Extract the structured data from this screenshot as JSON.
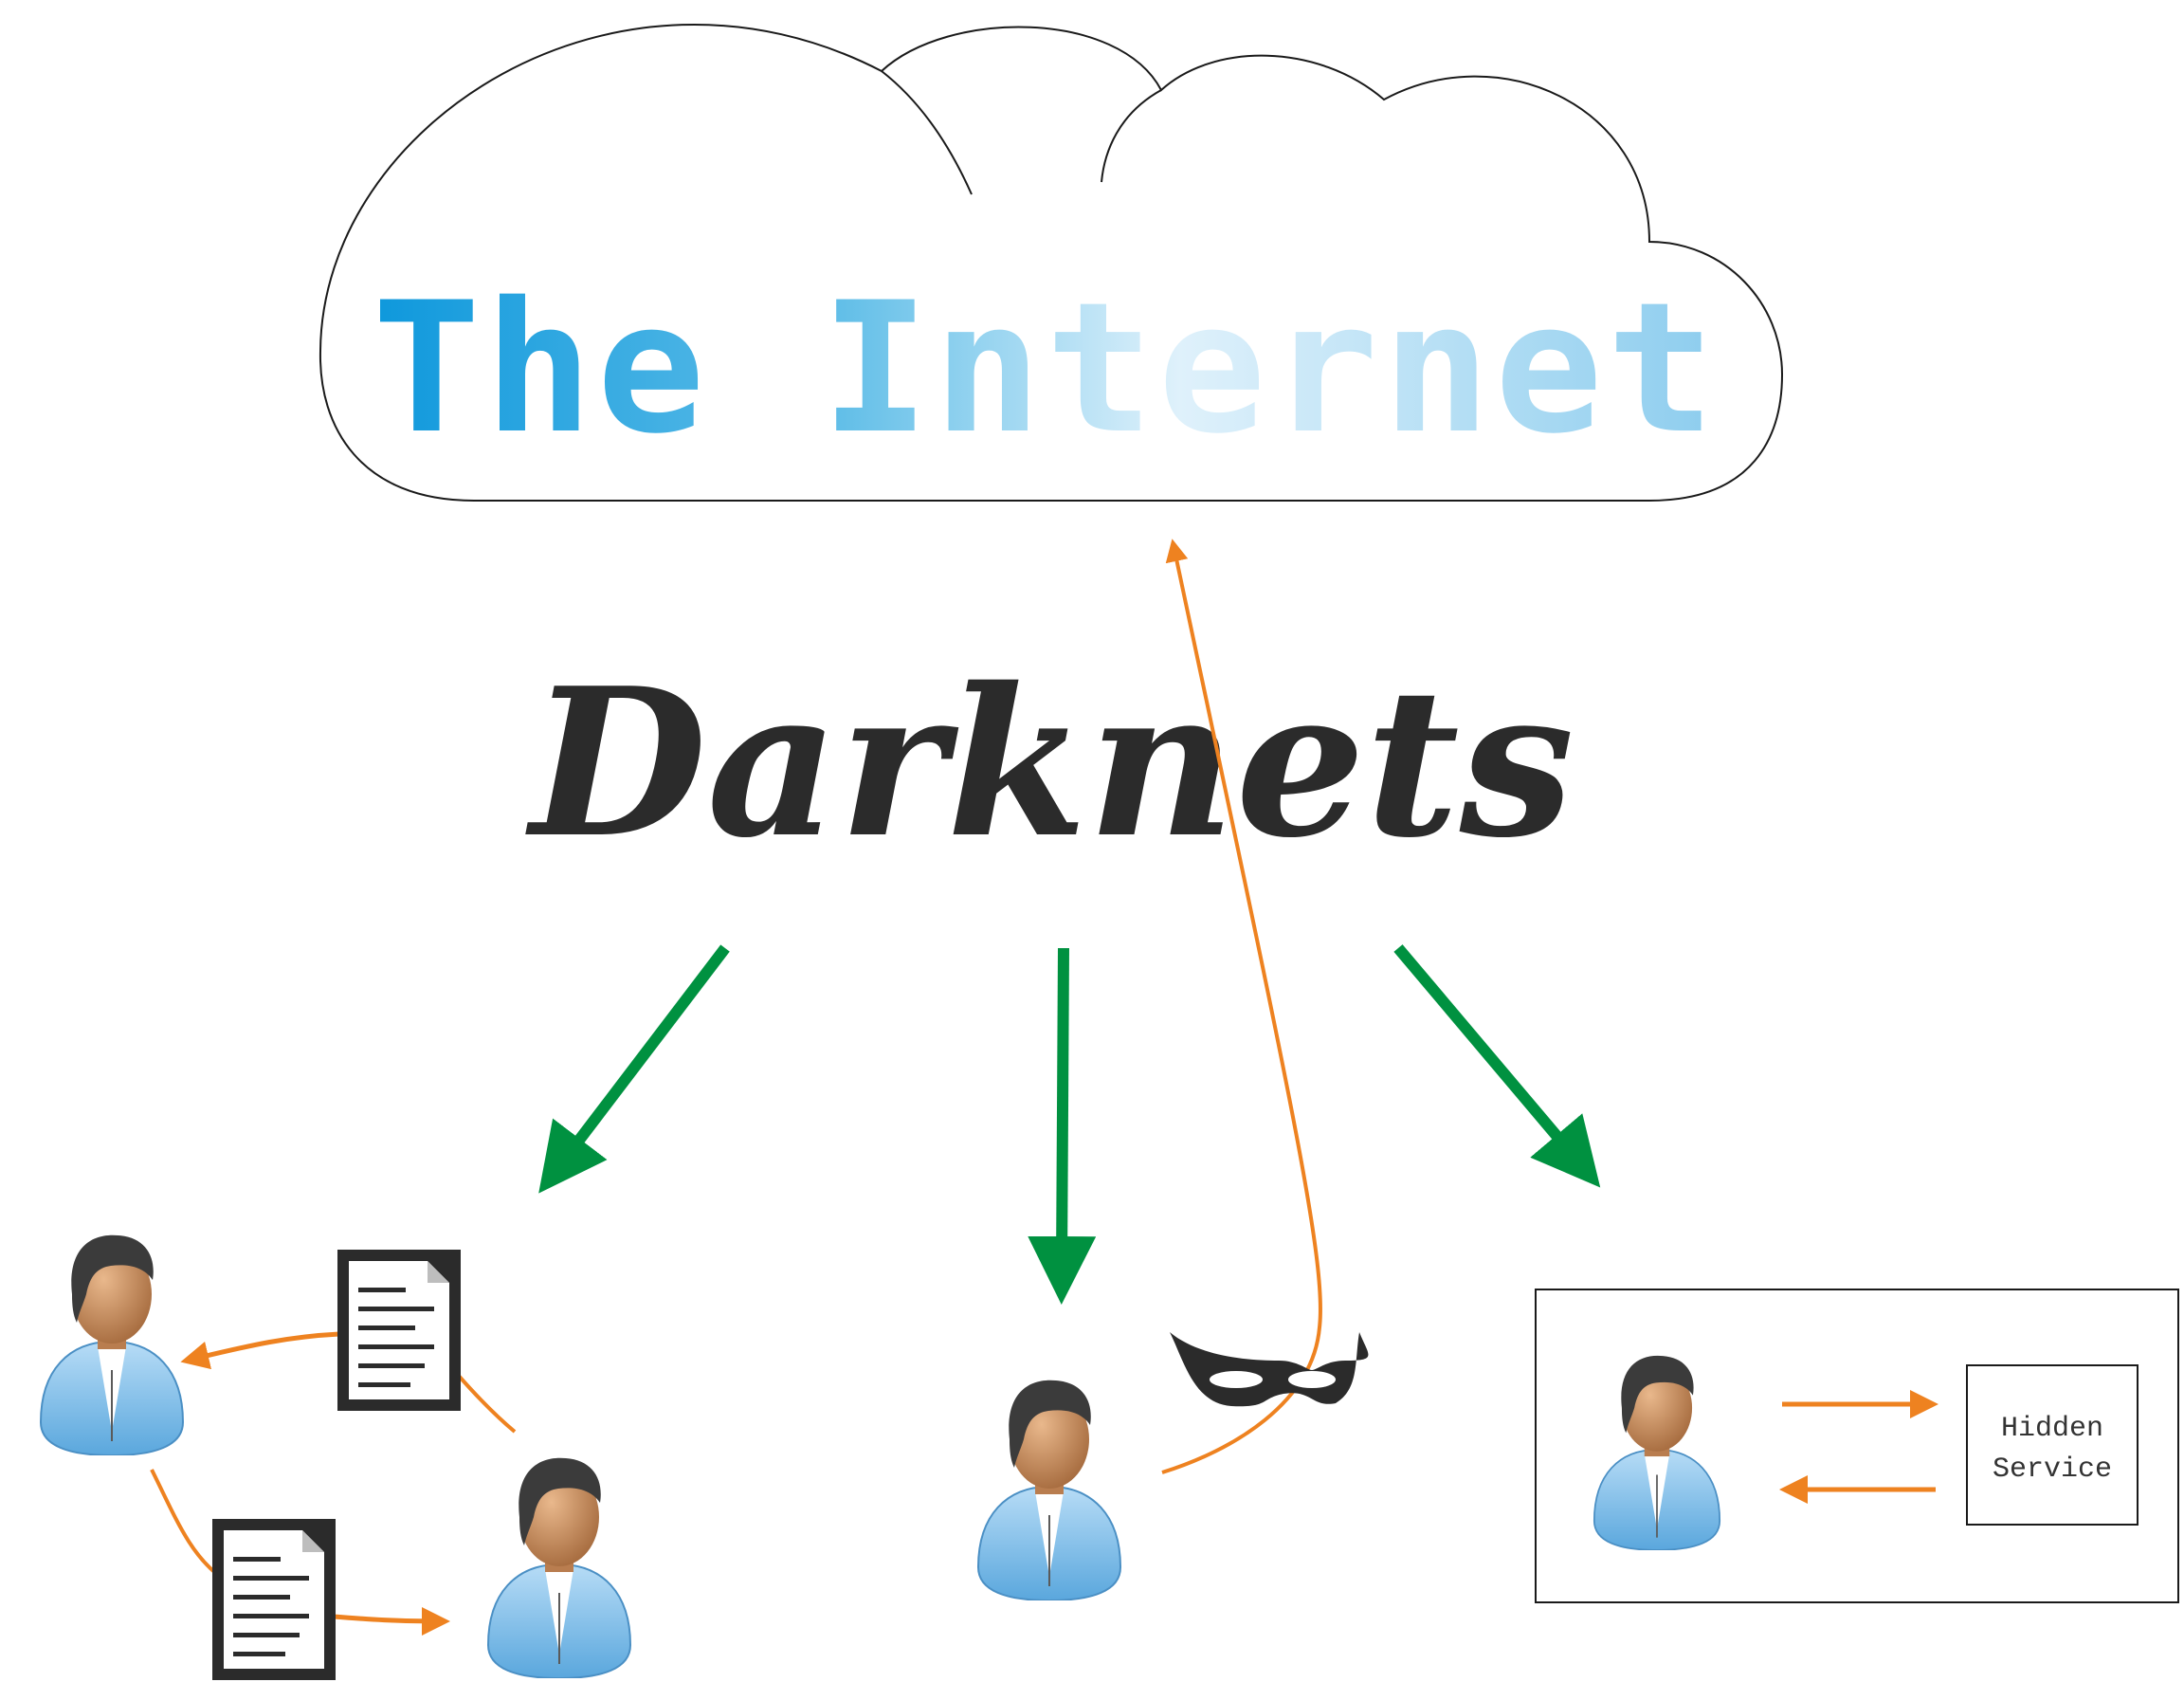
{
  "cloud": {
    "label": "The Internet"
  },
  "title": "Darknets",
  "service_box": {
    "line1": "Hidden",
    "line2": "Service"
  },
  "colors": {
    "green_arrow": "#009140",
    "orange_arrow": "#ee8220",
    "internet_text_start": "#0e98dc",
    "internet_text_end": "#dff1fb",
    "skin": "#c98f60",
    "shirt": "#8ec8ef",
    "hair": "#3b3b3b"
  },
  "icons": {
    "person": "person-icon",
    "document": "document-icon",
    "mask": "mask-icon",
    "cloud": "cloud-icon"
  }
}
